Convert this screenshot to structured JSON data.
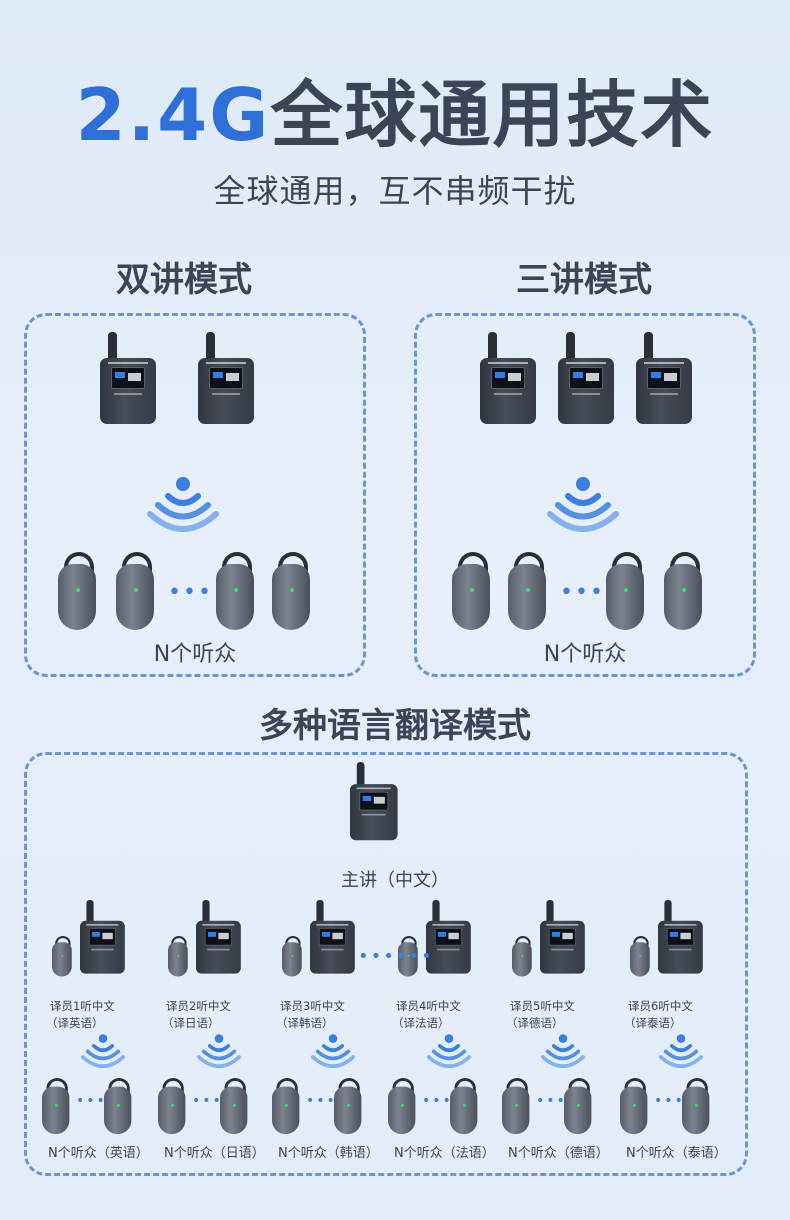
{
  "header": {
    "title_highlight": "2.4G",
    "title_rest": "全球通用技术",
    "subtitle": "全球通用，互不串频干扰"
  },
  "modes": {
    "dual": {
      "title": "双讲模式",
      "audience": "N个听众"
    },
    "triple": {
      "title": "三讲模式",
      "audience": "N个听众"
    },
    "multi": {
      "title": "多种语言翻译模式",
      "main_speaker": "主讲（中文）",
      "translators": [
        {
          "line1": "译员1听中文",
          "line2": "（译英语）",
          "audience": "N个听众（英语）"
        },
        {
          "line1": "译员2听中文",
          "line2": "（译日语）",
          "audience": "N个听众（日语）"
        },
        {
          "line1": "译员3听中文",
          "line2": "（译韩语）",
          "audience": "N个听众（韩语）"
        },
        {
          "line1": "译员4听中文",
          "line2": "（译法语）",
          "audience": "N个听众（法语）"
        },
        {
          "line1": "译员5听中文",
          "line2": "（译德语）",
          "audience": "N个听众（德语）"
        },
        {
          "line1": "译员6听中文",
          "line2": "（译泰语）",
          "audience": "N个听众（泰语）"
        }
      ]
    }
  },
  "colors": {
    "accent": "#2f6fd8",
    "signal": "#3b7fe0",
    "dashed_border": "#6f95cf",
    "text": "#3c4556"
  },
  "icons": [
    "transmitter-icon",
    "earpiece-icon",
    "signal-icon"
  ]
}
